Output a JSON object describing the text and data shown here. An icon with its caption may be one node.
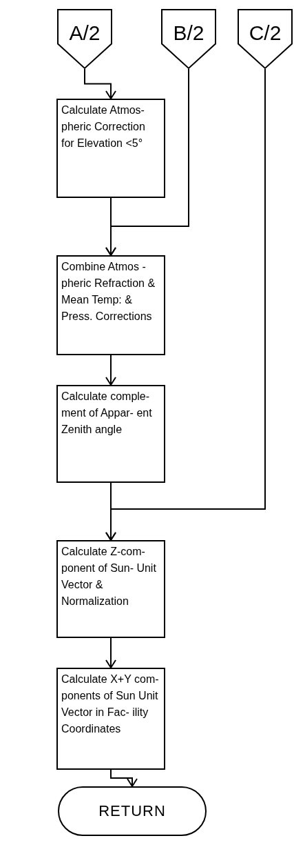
{
  "diagram": {
    "nodes": [
      {
        "text": [
          "A/2"
        ]
      },
      {
        "text": [
          "B/2"
        ]
      },
      {
        "text": [
          "C/2"
        ]
      },
      {
        "text": [
          "Calculate Atmos- pheric Correction for Elevation <5°"
        ]
      },
      {
        "text": [
          "Combine Atmos - pheric Refraction & Mean Temp: & Press. Corrections"
        ]
      },
      {
        "text": [
          "Calculate comple- ment of Appar- ent Zenith angle"
        ]
      },
      {
        "text": [
          "Calculate Z-com- ponent of Sun- Unit Vector & Normalization"
        ]
      },
      {
        "text": [
          "Calculate X+Y com- ponents of Sun Unit Vector in Fac- ility Coordinates"
        ]
      },
      {
        "text": [
          "RETURN"
        ]
      }
    ],
    "edges": [
      {
        "from": 0,
        "to": 3,
        "arrow": "to"
      },
      {
        "from": 3,
        "to": 4,
        "arrow": "to"
      },
      {
        "from": 1,
        "to": 4,
        "arrow": "to"
      },
      {
        "from": 4,
        "to": 5,
        "arrow": "to"
      },
      {
        "from": 5,
        "to": 6,
        "arrow": "to"
      },
      {
        "from": 2,
        "to": 6,
        "arrow": "to"
      },
      {
        "from": 6,
        "to": 7,
        "arrow": "to"
      },
      {
        "from": 7,
        "to": 8,
        "arrow": "to"
      }
    ]
  }
}
